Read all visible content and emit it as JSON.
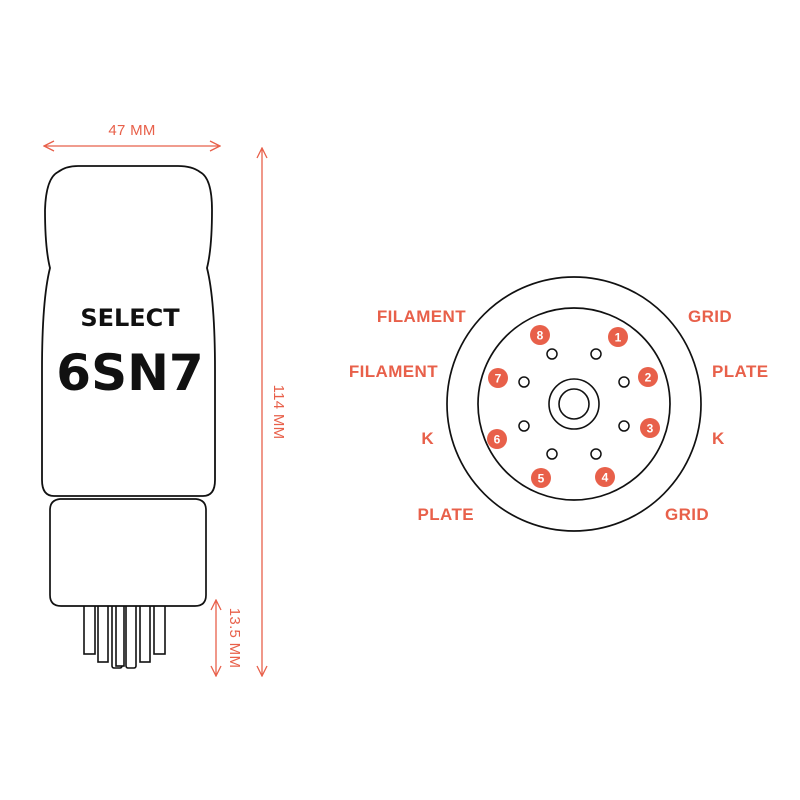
{
  "colors": {
    "accent": "#e8604a",
    "outline": "#111111",
    "background": "#ffffff"
  },
  "tube": {
    "brand": "SELECT",
    "model": "6SN7"
  },
  "dimensions": {
    "width": "47 MM",
    "height": "114 MM",
    "pin_length": "13.5 MM"
  },
  "pinout": {
    "pins": [
      {
        "number": "1",
        "label": "GRID"
      },
      {
        "number": "2",
        "label": "PLATE"
      },
      {
        "number": "3",
        "label": "K"
      },
      {
        "number": "4",
        "label": "GRID"
      },
      {
        "number": "5",
        "label": "PLATE"
      },
      {
        "number": "6",
        "label": "K"
      },
      {
        "number": "7",
        "label": "FILAMENT"
      },
      {
        "number": "8",
        "label": "FILAMENT"
      }
    ]
  }
}
